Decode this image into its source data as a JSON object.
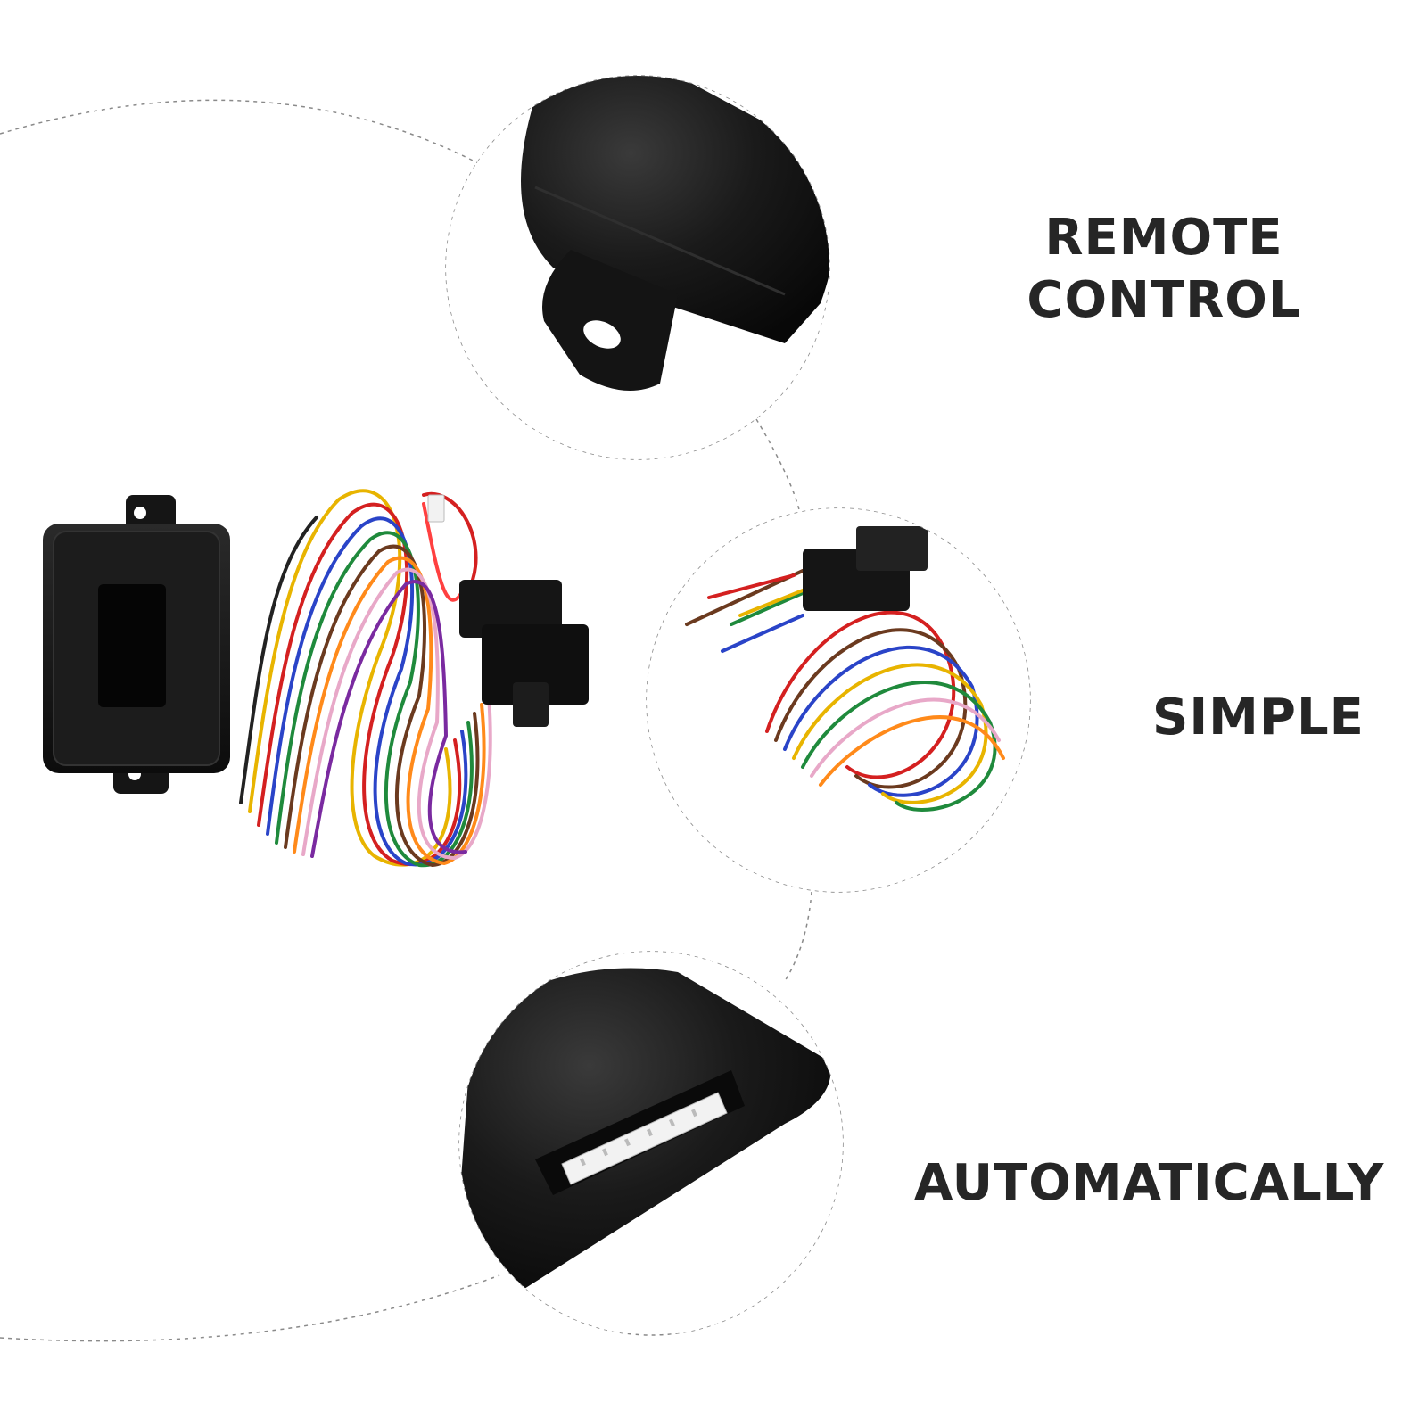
{
  "features": {
    "remote_control_line1": "REMOTE",
    "remote_control_line2": "CONTROL",
    "simple": "SIMPLE",
    "automatically": "AUTOMATICALLY"
  },
  "colors": {
    "text": "#262626",
    "device": "#111111",
    "dashed_line": "#8a8a8a",
    "background": "#ffffff"
  },
  "icons": [
    "control-module-image",
    "wire-harness-image",
    "connector-image",
    "mounting-tab-closeup",
    "wires-closeup",
    "socket-closeup"
  ]
}
